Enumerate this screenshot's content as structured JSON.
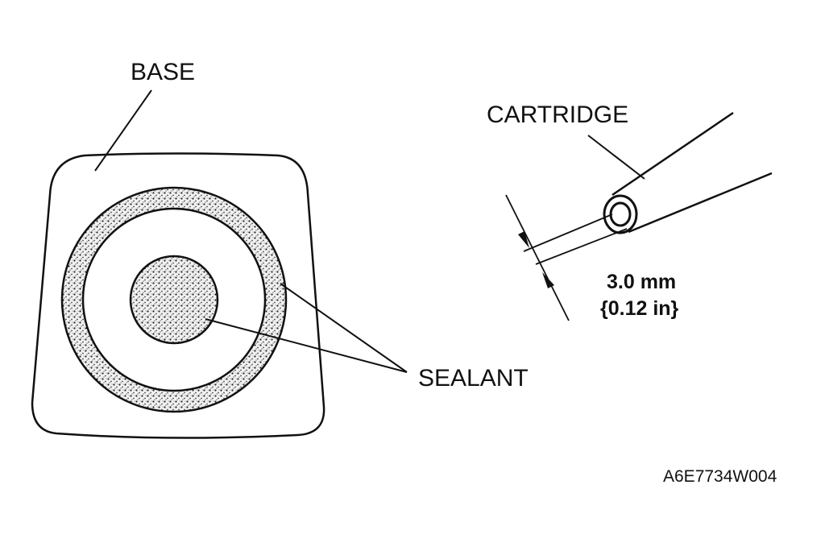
{
  "labels": {
    "base": "BASE",
    "cartridge": "CARTRIDGE",
    "sealant": "SEALANT",
    "dimension_mm": "3.0 mm",
    "dimension_in": "{0.12 in}",
    "figure_code": "A6E7734W004"
  },
  "colors": {
    "ink": "#111111",
    "background": "#ffffff"
  }
}
